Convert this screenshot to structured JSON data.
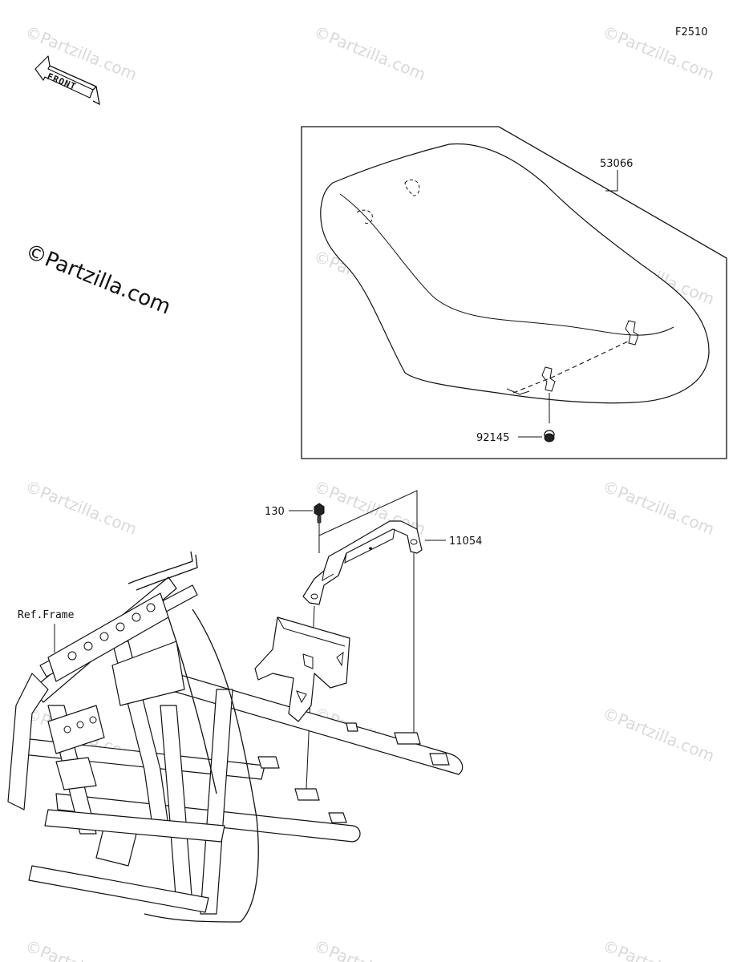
{
  "diagram_code": "F2510",
  "front_arrow_label": "FRONT",
  "copyright_text": "©Partzilla.com",
  "watermark_text": "©Partzilla.com",
  "callouts": {
    "seat": "53066",
    "seat_hook": "92145",
    "bolt": "130",
    "bracket": "11054",
    "frame": "Ref.Frame"
  }
}
